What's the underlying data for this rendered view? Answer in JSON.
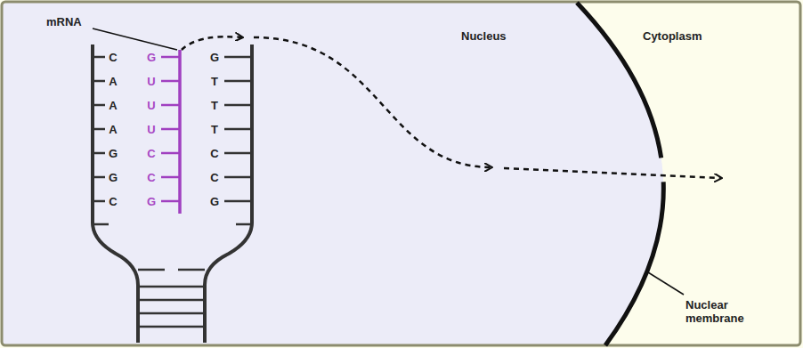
{
  "diagram": {
    "labels": [
      "mRNA",
      "Nucleus",
      "Cytoplasm",
      "C",
      "G",
      "G",
      "A",
      "U",
      "T",
      "A",
      "U",
      "T",
      "A",
      "U",
      "T",
      "G",
      "C",
      "C",
      "G",
      "C",
      "C",
      "C",
      "G",
      "G",
      "Nuclear membrane"
    ]
  }
}
